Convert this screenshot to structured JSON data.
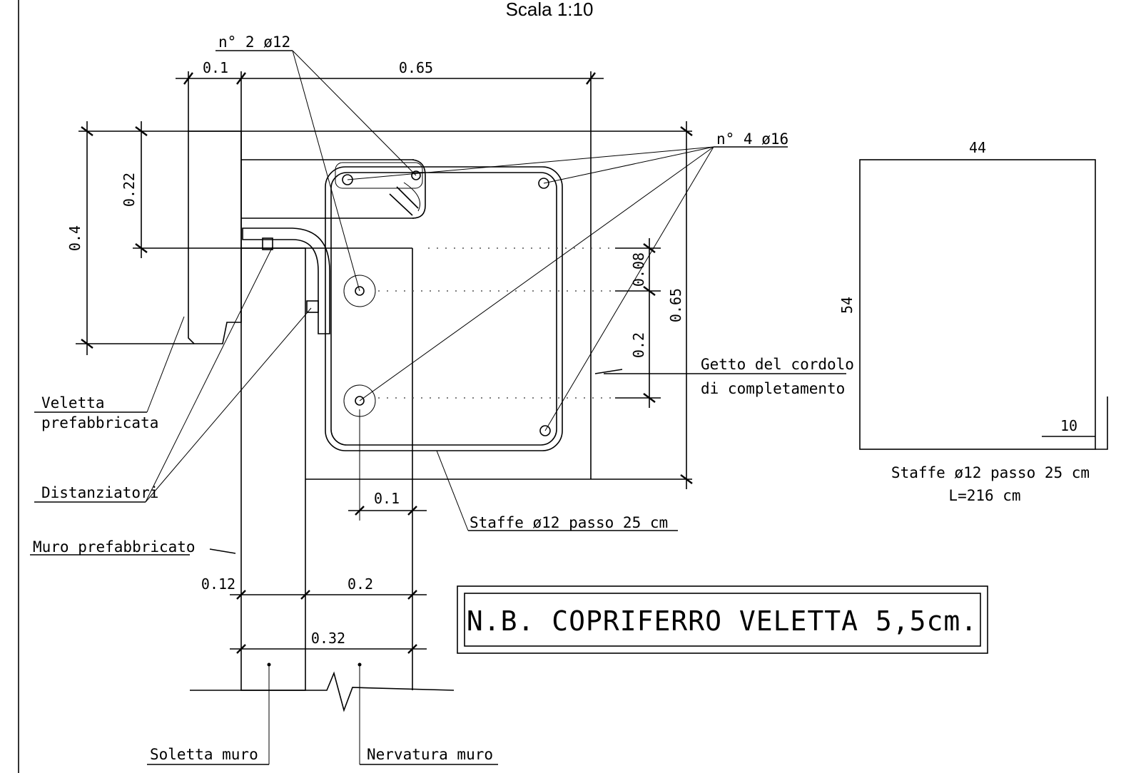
{
  "title": "Scala 1:10",
  "labels": {
    "top_bars": "n° 2 ø12",
    "main_bars": "n° 4 ø16",
    "veletta_line1": "Veletta",
    "veletta_line2": "prefabbricata",
    "distanziatori": "Distanziatori",
    "muro_prefabbricato": "Muro prefabbricato",
    "getto_line1": "Getto del cordolo",
    "getto_line2": "di completamento",
    "staffe_main": "Staffe ø12 passo 25 cm",
    "soletta_muro": "Soletta muro",
    "nervatura_muro": "Nervatura muro"
  },
  "dimensions": {
    "d_0_1_top": "0.1",
    "d_0_65_top": "0.65",
    "d_0_4": "0.4",
    "d_0_22": "0.22",
    "d_0_08": "0.08",
    "d_0_2_right": "0.2",
    "d_0_65_right": "0.65",
    "d_0_1_bottom": "0.1",
    "d_0_12": "0.12",
    "d_0_2_bottom": "0.2",
    "d_0_32": "0.32"
  },
  "stirrup_detail": {
    "width": "44",
    "height": "54",
    "hook": "10",
    "caption_line1": "Staffe ø12 passo 25 cm",
    "caption_line2": "L=216 cm"
  },
  "note": "N.B. COPRIFERRO VELETTA 5,5cm."
}
